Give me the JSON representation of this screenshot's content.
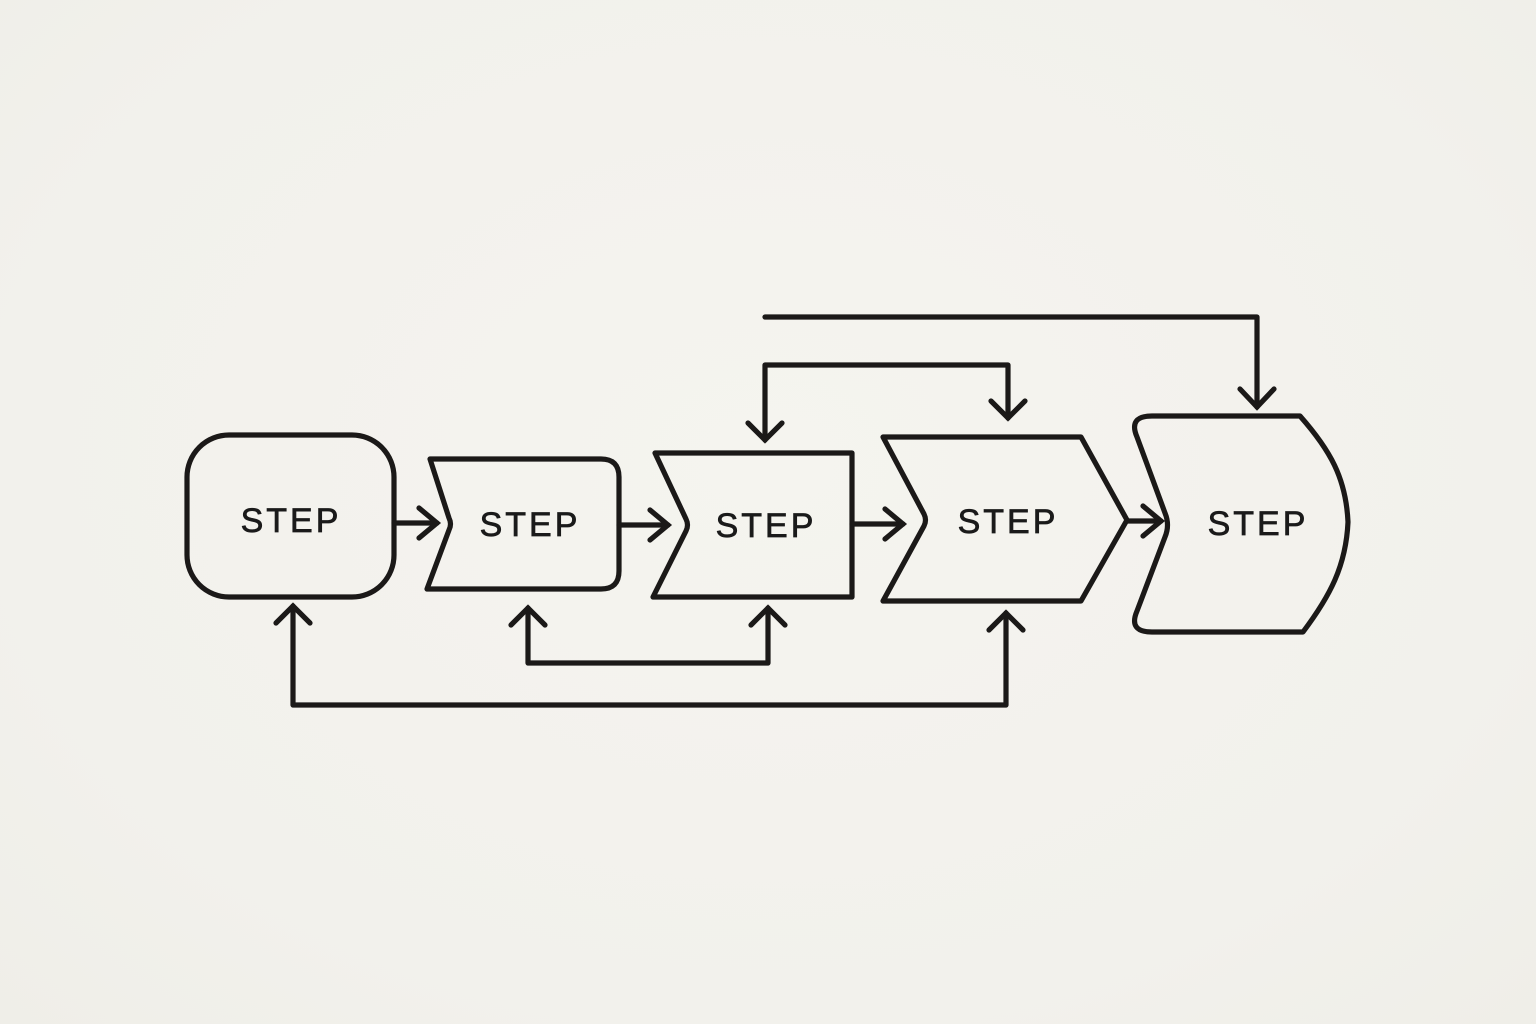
{
  "diagram": {
    "type": "flowchart",
    "background_color": "#f3f2ed",
    "line_color": "#1b1918",
    "text_color": "#1a1a1a",
    "nodes": [
      {
        "id": "step-1",
        "label": "STEP",
        "shape": "rounded-rectangle"
      },
      {
        "id": "step-2",
        "label": "STEP",
        "shape": "left-notched-rounded-rectangle"
      },
      {
        "id": "step-3",
        "label": "STEP",
        "shape": "left-notched-rectangle"
      },
      {
        "id": "step-4",
        "label": "STEP",
        "shape": "chevron-arrow"
      },
      {
        "id": "step-5",
        "label": "STEP",
        "shape": "left-notched-curved-arrow"
      }
    ],
    "connectors": [
      {
        "id": "forward-1-2",
        "from": "step-1",
        "to": "step-2",
        "style": "straight-right-arrow"
      },
      {
        "id": "forward-2-3",
        "from": "step-2",
        "to": "step-3",
        "style": "straight-right-arrow"
      },
      {
        "id": "forward-3-4",
        "from": "step-3",
        "to": "step-4",
        "style": "straight-right-arrow"
      },
      {
        "id": "forward-4-5",
        "from": "step-4",
        "to": "step-5",
        "style": "straight-right-arrow"
      },
      {
        "id": "top-bypass-to-5",
        "from": "above step-3",
        "to": "step-5 top",
        "style": "elbow-down-arrow"
      },
      {
        "id": "top-loop-3-4",
        "from": "elbow",
        "to": "step-3 top and step-4 top",
        "style": "double-down-arrow"
      },
      {
        "id": "bottom-loop-2-3",
        "from": "elbow",
        "to": "step-2 bottom and step-3 bottom",
        "style": "double-up-arrow"
      },
      {
        "id": "bottom-loop-1-4",
        "from": "elbow",
        "to": "step-1 bottom and step-4 bottom",
        "style": "double-up-arrow"
      }
    ]
  }
}
